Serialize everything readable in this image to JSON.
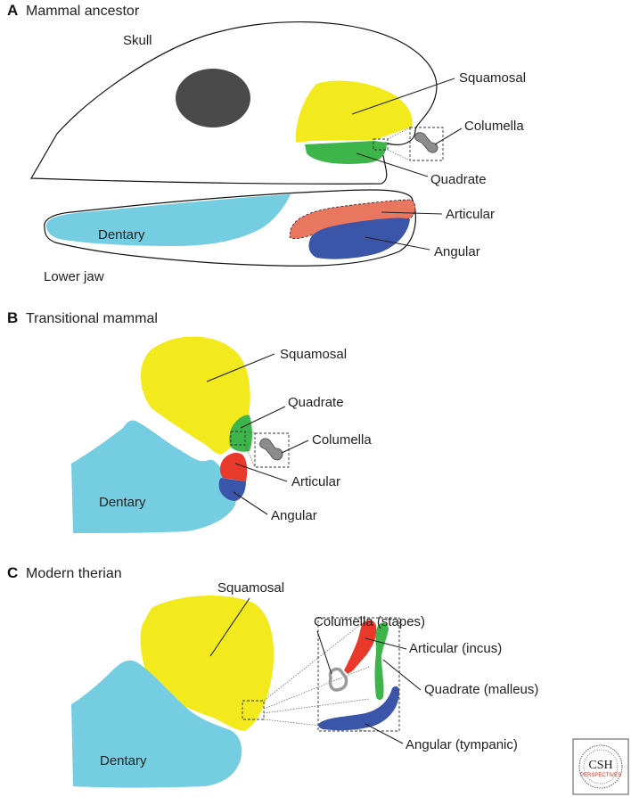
{
  "colors": {
    "squamosal": "#f2ea1c",
    "quadrate": "#3db54a",
    "dentary": "#74cde0",
    "articular": "#e9765f",
    "articular_red": "#e8392b",
    "angular": "#3b55a8",
    "columella": "#8c8c8c",
    "eye": "#4a4a4a"
  },
  "panel_a": {
    "letter": "A",
    "title": "Mammal ancestor",
    "labels": {
      "skull": "Skull",
      "squamosal": "Squamosal",
      "columella": "Columella",
      "quadrate": "Quadrate",
      "articular": "Articular",
      "angular": "Angular",
      "dentary": "Dentary",
      "lower_jaw": "Lower jaw"
    }
  },
  "panel_b": {
    "letter": "B",
    "title": "Transitional mammal",
    "labels": {
      "squamosal": "Squamosal",
      "quadrate": "Quadrate",
      "columella": "Columella",
      "articular": "Articular",
      "angular": "Angular",
      "dentary": "Dentary"
    }
  },
  "panel_c": {
    "letter": "C",
    "title": "Modern therian",
    "labels": {
      "squamosal": "Squamosal",
      "columella": "Columella (stapes)",
      "articular": "Articular (incus)",
      "quadrate": "Quadrate (malleus)",
      "angular": "Angular (tympanic)",
      "dentary": "Dentary"
    }
  },
  "logo": {
    "text": "CSH",
    "subtext": "PERSPECTIVES",
    "icon": "csh-perspectives-logo"
  }
}
